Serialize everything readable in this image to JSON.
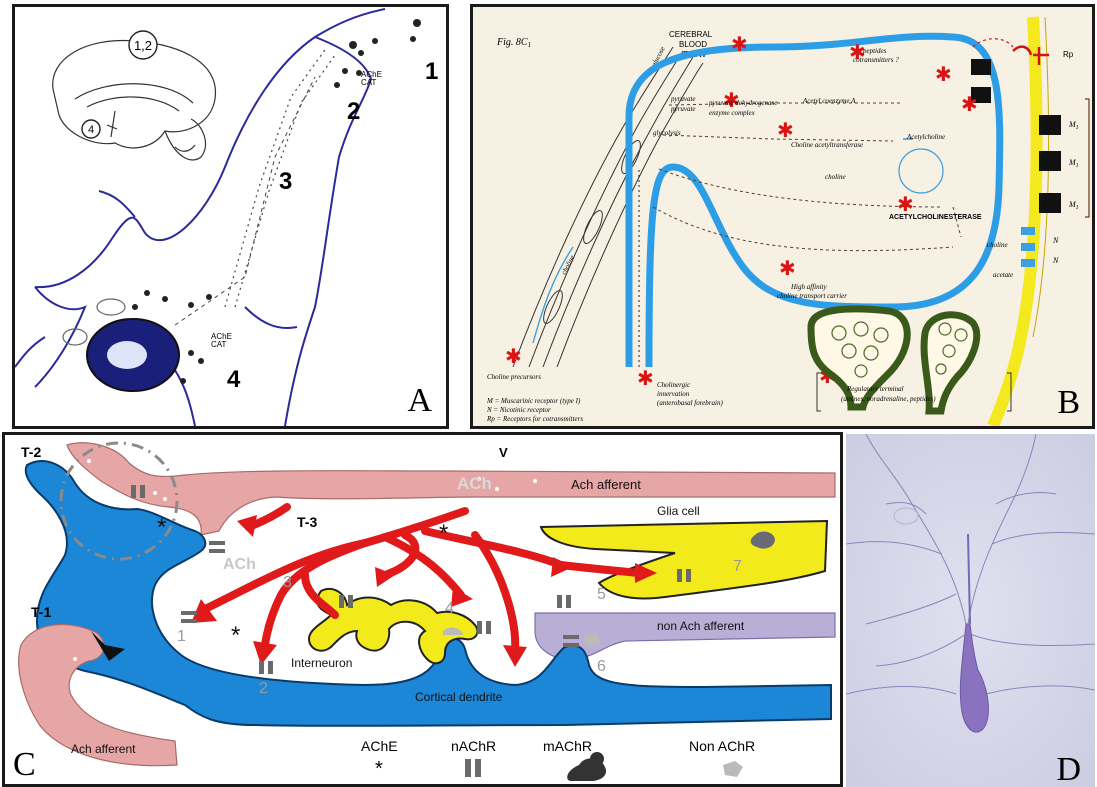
{
  "panel_a": {
    "label": "A",
    "circle_top": "1,2",
    "circle_left": "4",
    "numbers": [
      "1",
      "2",
      "3",
      "4"
    ],
    "ache_top": "AChE",
    "cat_top": "CAT",
    "ache_bottom": "AChE",
    "cat_bottom": "CAT"
  },
  "panel_b": {
    "label": "B",
    "fig": "Fig. 8C",
    "fig_sub": "1",
    "cbf": [
      "CEREBRAL",
      "BLOOD",
      "FLOW"
    ],
    "peptides": [
      "peptides",
      "cotransmitters ?"
    ],
    "rp": "Rp",
    "pyruvate1": "pyruvate",
    "pyruvate2": "pyruvate",
    "pdh": [
      "pyruvate dehydrogenase",
      "enzyme complex"
    ],
    "acetyl_coa": "Acetyl coenzyme A",
    "glycolysis": "glycolysis",
    "chat": "Choline acetyltransferase",
    "acetylcholine": "Acetylcholine",
    "choline_mid": "choline",
    "glucose": "glucose",
    "choline_vessel": "choline",
    "ache": "ACETYLCHOLINESTERASE",
    "choline_right": "choline",
    "acetate": "acetate",
    "m_labels": [
      "M",
      "M",
      "M"
    ],
    "m_sub": "1",
    "n_labels": [
      "N",
      "N"
    ],
    "hact": [
      "High affinity",
      "choline transport carrier"
    ],
    "precursors": "Choline precursors",
    "cholinergic": [
      "Cholinergic",
      "innervation",
      "(anterobasal forebrain)"
    ],
    "regulatory": [
      "Regulatory terminal",
      "(amines, noradrenaline, peptides)"
    ],
    "legend": [
      "M = Muscarinic receptor (type I)",
      "N = Nicotinic receptor",
      "Rp = Receptors for cotransmitters"
    ]
  },
  "panel_c": {
    "label": "C",
    "t2": "T-2",
    "t1": "T-1",
    "t3": "T-3",
    "v": "V",
    "ach_top": "ACh",
    "ach_afferent_top": "Ach afferent",
    "ach_mid": "ACh",
    "glia": "Glia cell",
    "nonach": "non Ach afferent",
    "interneuron": "Interneuron",
    "cortical": "Cortical dendrite",
    "ach_afferent_bottom": "Ach afferent",
    "site_numbers": [
      "1",
      "2",
      "3",
      "4",
      "5",
      "6",
      "7"
    ],
    "legend": [
      "AChE",
      "nAChR",
      "mAChR",
      "Non AChR"
    ],
    "legend_symbols": [
      "*"
    ],
    "colors": {
      "dendrite": "#1b87d6",
      "afferent": "#e8a7a7",
      "glia": "#f2ea1a",
      "nonach": "#b9aed6",
      "arrow": "#e01a1a"
    }
  },
  "panel_d": {
    "label": "D",
    "background": "#d7d8ea",
    "stain": "#8a72c0"
  }
}
